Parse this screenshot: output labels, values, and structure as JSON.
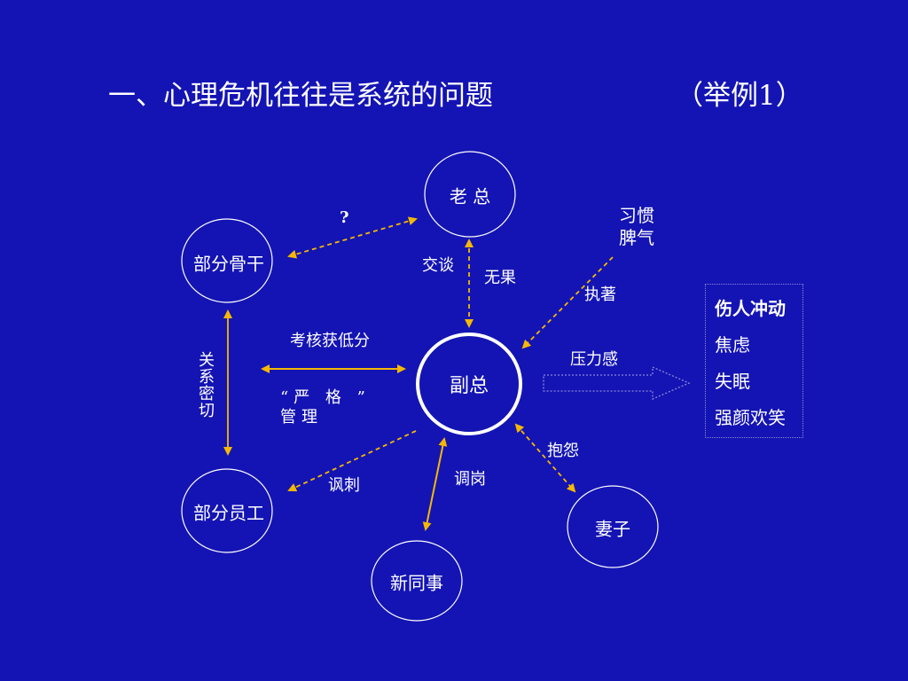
{
  "title": "一、心理危机往往是系统的问题",
  "title_example": "（举例1）",
  "nodes": {
    "laozong": "老 总",
    "fuzong": "副总",
    "bufen_gugan": "部分骨干",
    "bufen_yuangong": "部分员工",
    "xin_tongshi": "新同事",
    "qizi": "妻子"
  },
  "edge_labels": {
    "question": "?",
    "jiaotan": "交谈",
    "wuguo": "无果",
    "xiguan": "习惯",
    "piqi": "脾气",
    "zhizhu": "执著",
    "kaohe": "考核获低分",
    "yange": "“严 格 ” 管理",
    "guanxi": "关系密切",
    "yaligan": "压力感",
    "baoyuan": "抱怨",
    "tiaogang": "调岗",
    "fengci": "讽刺"
  },
  "symptoms": [
    "伤人冲动",
    "焦虑",
    "失眠",
    "强颜欢笑"
  ],
  "colors": {
    "background": "#1414b4",
    "arrow": "#f5b800",
    "text": "#ffffff"
  }
}
